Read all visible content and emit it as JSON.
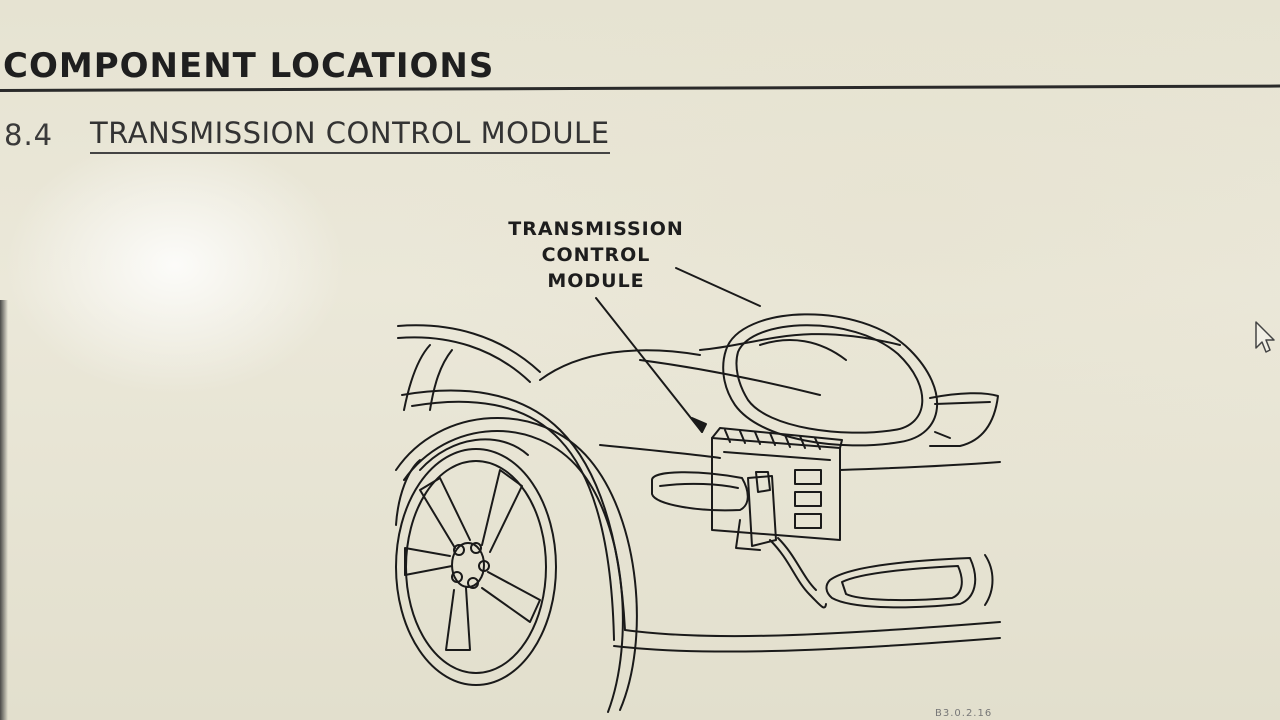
{
  "header": {
    "section_title": "COMPONENT LOCATIONS",
    "sub_number": "8.4",
    "sub_title": "TRANSMISSION CONTROL MODULE"
  },
  "figure": {
    "callout_lines": [
      "TRANSMISSION",
      "CONTROL",
      "MODULE"
    ],
    "figure_code": "B3.0.2.16"
  },
  "colors": {
    "paper": "#ece9da",
    "ink": "#1f1f1f"
  },
  "icons": [
    "mouse-pointer-icon"
  ]
}
